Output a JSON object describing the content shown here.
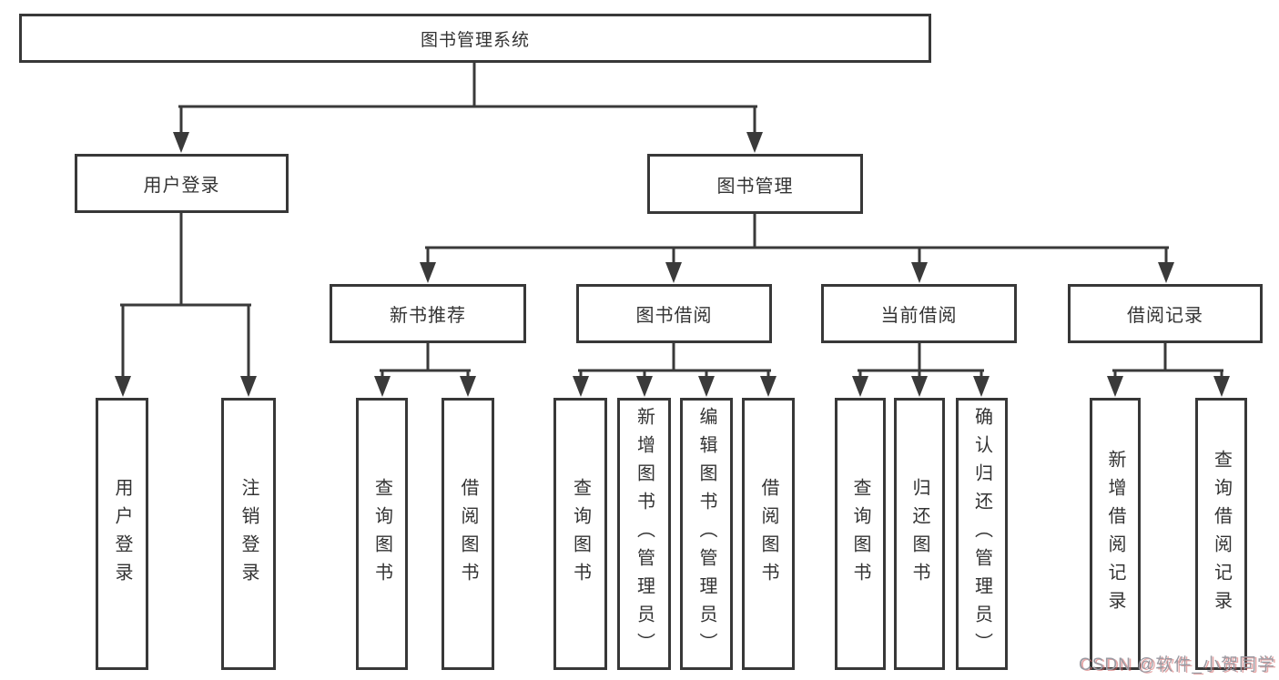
{
  "tree": {
    "root": "图书管理系统",
    "branches": [
      {
        "label": "用户登录",
        "children": [
          "用户登录",
          "注销登录"
        ]
      },
      {
        "label": "图书管理",
        "groups": [
          {
            "label": "新书推荐",
            "children": [
              "查询图书",
              "借阅图书"
            ]
          },
          {
            "label": "图书借阅",
            "children": [
              "查询图书",
              "新增图书（管理员）",
              "编辑图书（管理员）",
              "借阅图书"
            ]
          },
          {
            "label": "当前借阅",
            "children": [
              "查询图书",
              "归还图书",
              "确认归还（管理员）"
            ]
          },
          {
            "label": "借阅记录",
            "children": [
              "新增借阅记录",
              "查询借阅记录"
            ]
          }
        ]
      }
    ]
  },
  "watermark": {
    "text": "CSDN @软件_小贺同学"
  },
  "colors": {
    "line": "#3a3a3a",
    "border": "#383838",
    "text": "#333333",
    "watermark": "#9a9aa2"
  }
}
